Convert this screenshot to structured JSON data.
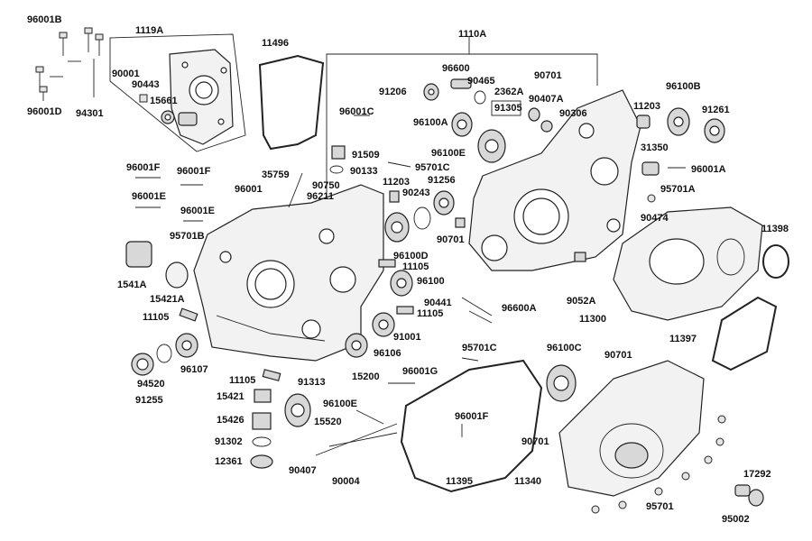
{
  "labels": {
    "l96001B_a": "96001B",
    "l1119A": "1119A",
    "l11496": "11496",
    "l1110A": "1110A",
    "l90001": "90001",
    "l90443": "90443",
    "l15661": "15661",
    "l96001D": "96001D",
    "l94301": "94301",
    "l96600": "96600",
    "l90465": "90465",
    "l90701_a": "90701",
    "l91206": "91206",
    "l2362A": "2362A",
    "l90407A": "90407A",
    "l96100B": "96100B",
    "l91305": "91305",
    "l11203_a": "11203",
    "l96001C": "96001C",
    "l96100A": "96100A",
    "l90306": "90306",
    "l91261": "91261",
    "l91509": "91509",
    "l96100E_a": "96100E",
    "l31350": "31350",
    "l95701C_a": "95701C",
    "l96001F_a": "96001F",
    "l96001F_b": "96001F",
    "l35759": "35759",
    "l90133": "90133",
    "l96001A": "96001A",
    "l90750": "90750",
    "l11203_b": "11203",
    "l91256": "91256",
    "l95701A": "95701A",
    "l96001_a": "96001",
    "l96211": "96211",
    "l90243": "90243",
    "l96001E_a": "96001E",
    "l90474": "90474",
    "l96001E_b": "96001E",
    "l11398": "11398",
    "l95701B": "95701B",
    "l90701_b": "90701",
    "l96100D": "96100D",
    "l1541A": "1541A",
    "l11105_a": "11105",
    "l96100": "96100",
    "l9052A": "9052A",
    "l15421A": "15421A",
    "l90441": "90441",
    "l96600A": "96600A",
    "l11105_b": "11105",
    "l11300": "11300",
    "l11105_c": "11105",
    "l91001": "91001",
    "l11397": "11397",
    "l95701C_b": "95701C",
    "l96100C": "96100C",
    "l96106": "96106",
    "l90701_c": "90701",
    "l94520": "94520",
    "l96107": "96107",
    "l96001G": "96001G",
    "l91313": "91313",
    "l15200": "15200",
    "l11105_d": "11105",
    "l91255": "91255",
    "l15421": "15421",
    "l96100E_b": "96100E",
    "l15426": "15426",
    "l96001F_c": "96001F",
    "l15520": "15520",
    "l91302": "91302",
    "l90701_d": "90701",
    "l12361": "12361",
    "l90407": "90407",
    "l90004": "90004",
    "l11395": "11395",
    "l11340": "11340",
    "l17292": "17292",
    "l95701": "95701",
    "l95002": "95002"
  }
}
